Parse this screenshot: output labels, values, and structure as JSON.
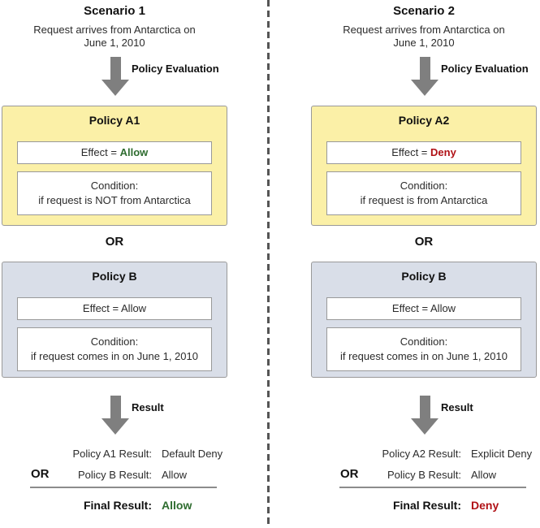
{
  "colors": {
    "yellow_bg": "#FBF0A7",
    "blue_bg": "#D9DEE8",
    "box_border": "#999999",
    "arrow_gray": "#7F7F7F",
    "line_gray": "#8C8C8C",
    "divider_gray": "#555555",
    "allow_green": "#2E6C2F",
    "deny_red": "#B01116"
  },
  "scenarios": [
    {
      "title": "Scenario 1",
      "request_line1": "Request arrives from Antarctica on",
      "request_line2": "June 1, 2010",
      "policy_eval_label": "Policy Evaluation",
      "policy_a": {
        "title": "Policy A1",
        "effect_prefix": "Effect = ",
        "effect_value": "Allow",
        "effect_color": "#2E6C2F",
        "condition_line1": "Condition:",
        "condition_line2": "if request is NOT from Antarctica"
      },
      "or_label": "OR",
      "policy_b": {
        "title": "Policy B",
        "effect": "Effect = Allow",
        "condition_line1": "Condition:",
        "condition_line2": "if request comes in on June 1, 2010"
      },
      "result_label": "Result",
      "results": {
        "row1_label": "Policy A1 Result:",
        "row1_value": "Default Deny",
        "or_label": "OR",
        "row2_label": "Policy B Result:",
        "row2_value": "Allow",
        "final_label": "Final Result:",
        "final_value": "Allow",
        "final_color": "#2E6C2F"
      }
    },
    {
      "title": "Scenario 2",
      "request_line1": "Request arrives from Antarctica on",
      "request_line2": "June 1, 2010",
      "policy_eval_label": "Policy Evaluation",
      "policy_a": {
        "title": "Policy A2",
        "effect_prefix": "Effect = ",
        "effect_value": "Deny",
        "effect_color": "#B01116",
        "condition_line1": "Condition:",
        "condition_line2": "if request is from Antarctica"
      },
      "or_label": "OR",
      "policy_b": {
        "title": "Policy B",
        "effect": "Effect = Allow",
        "condition_line1": "Condition:",
        "condition_line2": "if request comes in on June 1, 2010"
      },
      "result_label": "Result",
      "results": {
        "row1_label": "Policy A2 Result:",
        "row1_value": "Explicit Deny",
        "or_label": "OR",
        "row2_label": "Policy B Result:",
        "row2_value": "Allow",
        "final_label": "Final Result:",
        "final_value": "Deny",
        "final_color": "#B01116"
      }
    }
  ]
}
